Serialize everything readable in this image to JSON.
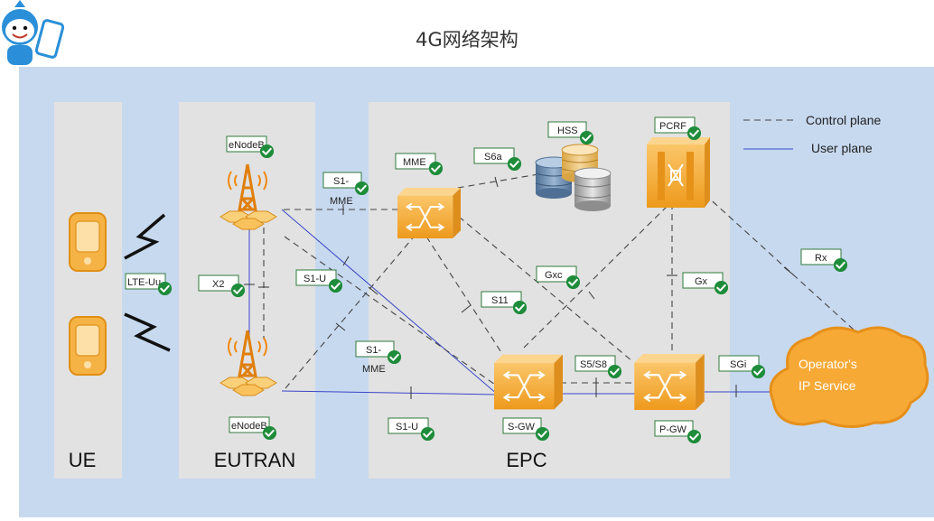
{
  "title": "4G网络架构",
  "zones": {
    "ue": "UE",
    "eutran": "EUTRAN",
    "epc": "EPC"
  },
  "legend": {
    "control_plane": "Control plane",
    "user_plane": "User plane"
  },
  "interfaces": {
    "enodeb_top": "eNodeB",
    "enodeb_bottom": "eNodeB",
    "s1_mme_top_1": "S1-",
    "s1_mme_top_2": "MME",
    "mme": "MME",
    "s6a": "S6a",
    "hss": "HSS",
    "pcrf": "PCRF",
    "x2": "X2",
    "lte_uu": "LTE-Uu",
    "s1_u_top": "S1-U",
    "gxc": "Gxc",
    "gx": "Gx",
    "rx": "Rx",
    "s11": "S11",
    "s1_mme_bottom_1": "S1-",
    "s1_mme_bottom_2": "MME",
    "s5_s8": "S5/S8",
    "sgi": "SGi",
    "s1_u_bottom": "S1-U",
    "s_gw": "S-GW",
    "p_gw": "P-GW"
  },
  "cloud": {
    "line1": "Operator's",
    "line2": "IP Service"
  },
  "colors": {
    "background": "#c7d9ef",
    "zone": "#e2e2e2",
    "accent_orange": "#f5a623",
    "check_green": "#1e8c3a",
    "user_plane": "#3a45c8",
    "control_plane": "#444444"
  }
}
